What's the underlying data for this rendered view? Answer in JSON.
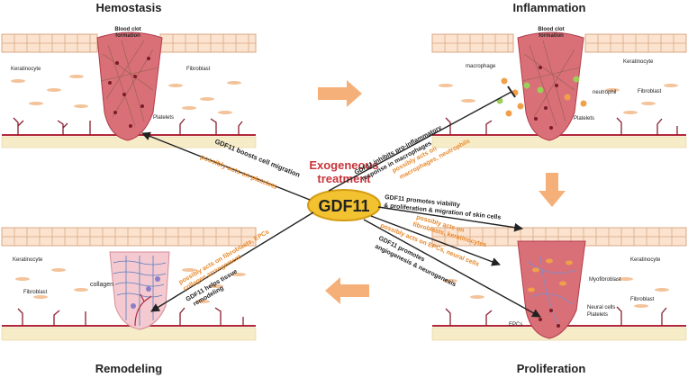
{
  "phases": {
    "hemostasis": {
      "title": "Hemostasis",
      "blood_clot": "Blood clot",
      "formation": "formation",
      "keratinocyte": "Keratinocyte",
      "fibroblast": "Fibroblast",
      "platelets": "Platelets"
    },
    "inflammation": {
      "title": "Inflammation",
      "blood_clot": "Blood clot",
      "formation": "formation",
      "macrophage": "macrophage",
      "neutrophil": "neutrophil",
      "keratinocyte": "Keratinocyte",
      "fibroblast": "Fibroblast",
      "platelets": "Platelets"
    },
    "proliferation": {
      "title": "Proliferation",
      "keratinocyte": "Keratinocyte",
      "myofibroblast": "Myofibroblast",
      "fibroblast": "Fibroblast",
      "neural_cells": "Neural cells",
      "platelets": "Platelets",
      "epcs": "EPCs"
    },
    "remodeling": {
      "title": "Remodeling",
      "keratinocyte": "Keratinocyte",
      "fibroblast": "Fibroblast",
      "collagen": "collagen"
    }
  },
  "center": {
    "heading_line1": "Exogeneous",
    "heading_line2": "treatment",
    "label": "GDF11"
  },
  "effects": {
    "hemostasis_black": "GDF11 boosts cell migration",
    "hemostasis_orange": "possibly acts on platelets",
    "inflammation_black_1": "GDF11 inhibits pro-inflammatory",
    "inflammation_black_2": "response in macrophages",
    "inflammation_orange_1": "possibly acts on",
    "inflammation_orange_2": "macrophages, neutrophils",
    "proliferation_black_1": "GDF11 promotes viability",
    "proliferation_black_2": "& proliferation & migration of skin cells",
    "proliferation_orange_1": "possibly acts on",
    "proliferation_orange_2": "fibroblasts, keratinocytes",
    "angio_orange": "possibly acts on EPCs, neural cells",
    "angio_black_1": "GDF11 promotes",
    "angio_black_2": "angiogenesis & neurogenesis",
    "remodeling_orange_1": "possibly acts on fibroblasts, EPCs",
    "remodeling_orange_2": "collagen arrangement",
    "remodeling_black_1": "GDF11 helps tissue",
    "remodeling_black_2": "remodeling"
  },
  "colors": {
    "orange": "#e8882a",
    "red_title": "#c8343a",
    "gdf_fill": "#f2c230",
    "gdf_stroke": "#d49a12",
    "skin": "#fbe3cf",
    "skin_line": "#d8a884",
    "clot": "#d97078",
    "clot_dark": "#b23b4a",
    "vessel": "#b1283a",
    "fat": "#f7ecc8",
    "phase_arrow": "#f5b07a"
  }
}
